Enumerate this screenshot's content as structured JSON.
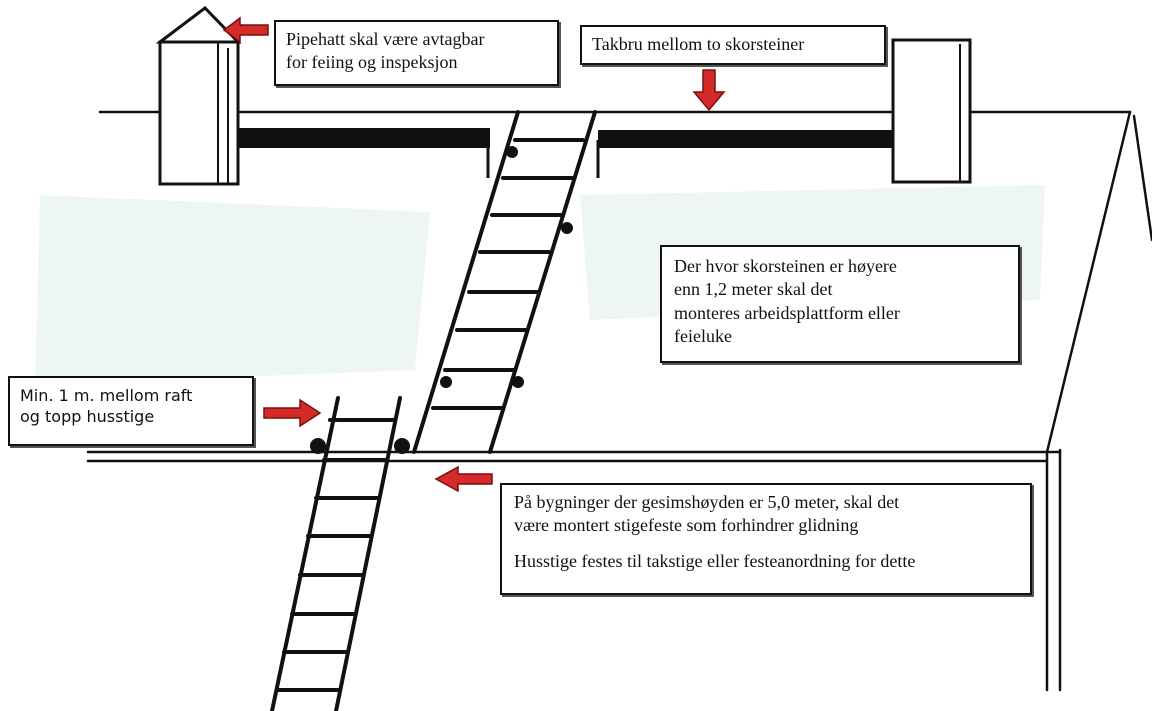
{
  "callouts": {
    "chimney_cap": "Pipehatt skal være avtagbar\nfor feiing og inspeksjon",
    "roof_bridge": "Takbru mellom to skorsteiner",
    "platform": "Der hvor skorsteinen er høyere\nenn 1,2 meter skal det\nmonteres arbeidsplattform eller\nfeieluke",
    "eaves_distance": "Min. 1 m. mellom raft\nog topp husstige",
    "ladder_anchor": {
      "line1": "På bygninger der gesimshøyden er 5,0 meter, skal det\nvære montert stigefeste som forhindrer glidning",
      "line2": "Husstige festes til takstige eller festeanordning for dette"
    }
  },
  "colors": {
    "arrow": "#d42a2a",
    "arrow_outline": "#7a1010",
    "ink": "#111111",
    "roof_shade": "#eef6f1"
  }
}
